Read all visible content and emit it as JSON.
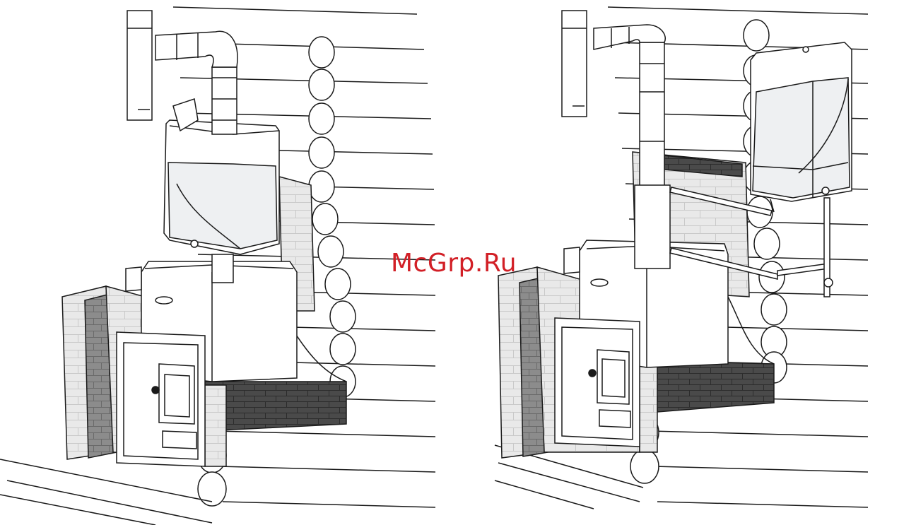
{
  "watermark": {
    "text": "McGrp.Ru",
    "color": "#d21f26"
  },
  "palette": {
    "line": "#1a1a1a",
    "brick_dark": "#3a3a3a",
    "brick_mid": "#7a7a7a",
    "brick_light": "#e4e4e4",
    "water": "#eef0f2"
  },
  "illustrations": [
    {
      "variant": "tank-on-chimney"
    },
    {
      "variant": "remote-wall-tank"
    }
  ]
}
